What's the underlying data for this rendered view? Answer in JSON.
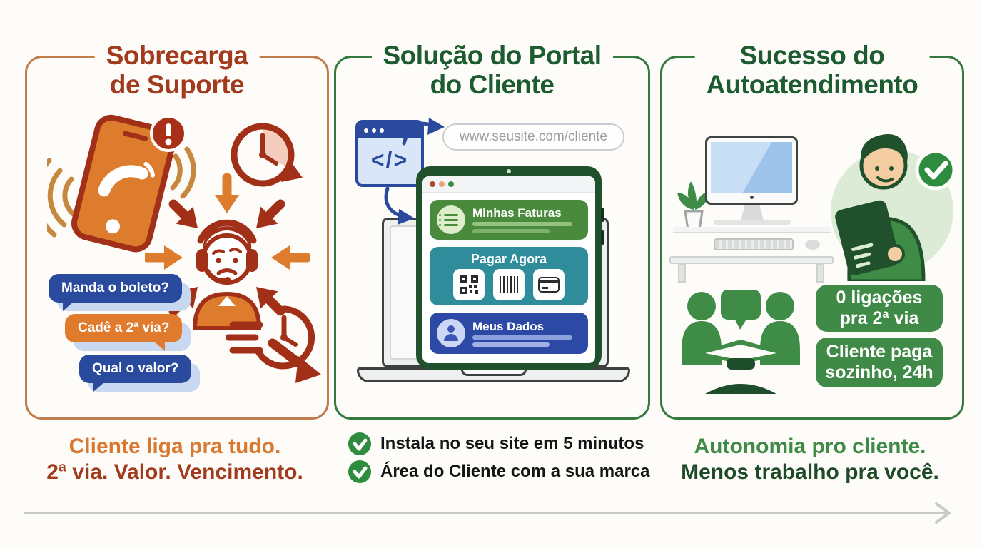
{
  "page": {
    "background": "#FDFCF8",
    "footer_arrow_color": "#C6CBC9"
  },
  "panel_support": {
    "title_line1": "Sobrecarga",
    "title_line2": "de Suporte",
    "title_color": "#A23A1E",
    "border_color": "#C17C4C",
    "accent_orange": "#DE7C2D",
    "accent_dark_red": "#A23018",
    "bubble_blue": "#2A4A9E",
    "alert_glyph": "!",
    "bubble_1": "Manda o boleto?",
    "bubble_2": "Cadê a 2ª via?",
    "bubble_3": "Qual o valor?",
    "caption_line1": "Cliente liga pra tudo.",
    "caption_line2": "2ª via. Valor. Vencimento."
  },
  "panel_portal": {
    "title_line1": "Solução do Portal",
    "title_line2": "do Cliente",
    "title_color": "#1D5B31",
    "border_color": "#35793F",
    "code_glyph": "</>",
    "url": "www.seusite.com/cliente",
    "card_invoices_label": "Minhas Faturas",
    "card_pay_label": "Pagar Agora",
    "card_profile_label": "Meus Dados",
    "card_invoices_color": "#4A8A3C",
    "card_pay_color": "#2F8C9A",
    "card_profile_color": "#2B49A5",
    "tablet_frame_color": "#21512C",
    "check_1": "Instala no seu site em 5 minutos",
    "check_2": "Área do Cliente com a sua marca"
  },
  "panel_success": {
    "title_line1": "Sucesso do",
    "title_line2": "Autoatendimento",
    "title_color": "#1D5B31",
    "border_color": "#35793F",
    "badge_color": "#3F8A46",
    "badge_1_line1": "0 ligações",
    "badge_1_line2": "pra 2ª via",
    "badge_2_line1": "Cliente paga",
    "badge_2_line2": "sozinho, 24h",
    "caption_line1": "Autonomia pro cliente.",
    "caption_line2": "Menos trabalho pra você."
  },
  "icons": {
    "ringing-phone-icon": "tilted smartphone with sound waves and alert badge",
    "deadline-clock-icon": "clock with circling arrow",
    "stressed-support-agent-icon": "support agent with headset, arrows pressing inward",
    "time-pressure-clock-icon": "clock with speed lines and diving arrow",
    "code-window-icon": "browser window with </> code glyph",
    "embed-arrow-icon": "curved blue arrows to url bar and portal",
    "qr-code-icon": "QR code square",
    "barcode-icon": "vertical barcode stripes",
    "credit-card-icon": "credit card with magnetic stripe",
    "invoice-list-icon": "bulleted list in circle",
    "profile-person-icon": "person avatar in circle",
    "desktop-computer-icon": "monitor, keyboard, mouse and plant on desk",
    "customer-tablet-icon": "man holding tablet with green check badge",
    "meeting-group-icon": "two people with speech bubble around a table",
    "check-circle-icon": "white checkmark in green circle",
    "timeline-arrow-icon": "long gray arrow pointing right"
  }
}
